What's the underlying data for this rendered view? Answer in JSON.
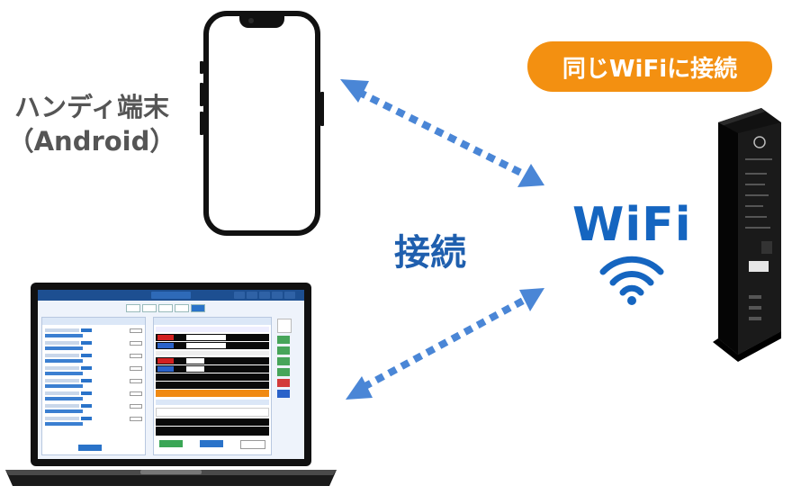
{
  "device_label": {
    "line1": "ハンディ端末",
    "line2": "（Android）"
  },
  "badge": {
    "text": "同じWiFiに接続"
  },
  "center_label": "接続",
  "wifi_label": "WiFi",
  "colors": {
    "badge": "#F39011",
    "arrow": "#4a86d6",
    "wifi_blue": "#1565c0",
    "center_text": "#1f5fae",
    "device_text": "#555555"
  },
  "icons": {
    "phone": "smartphone-icon",
    "laptop": "laptop-icon",
    "router": "router-icon",
    "wifi": "wifi-signal-icon"
  }
}
